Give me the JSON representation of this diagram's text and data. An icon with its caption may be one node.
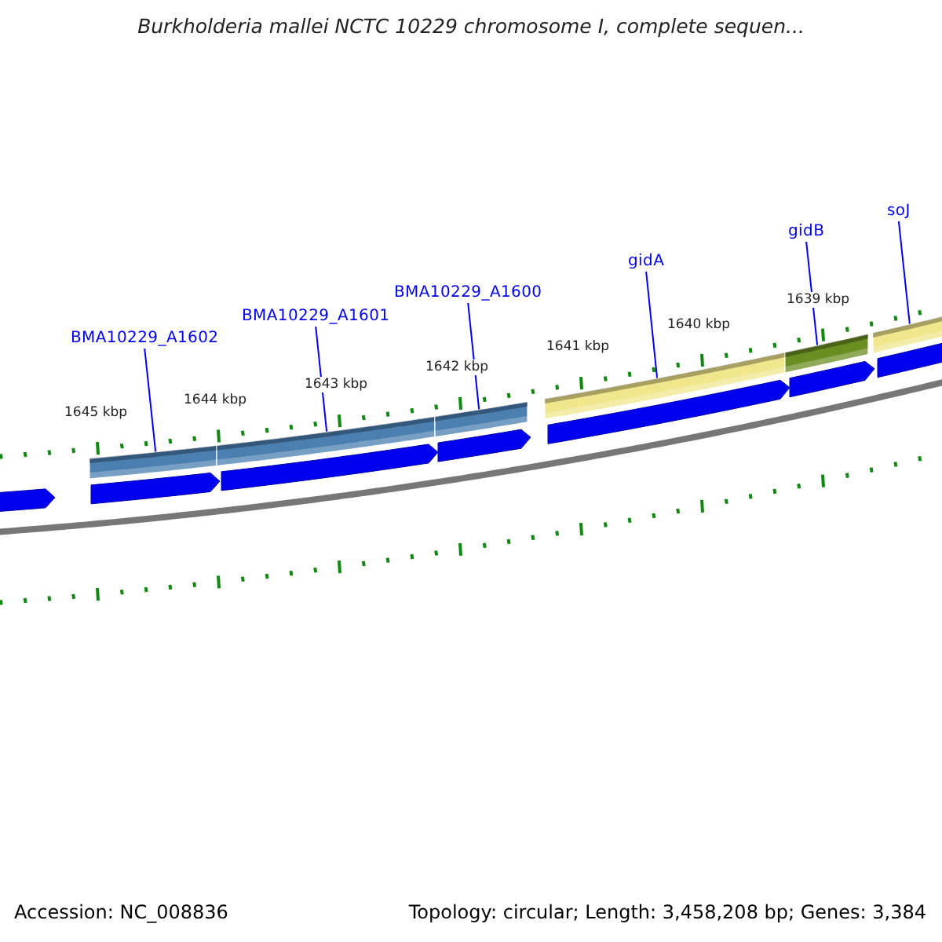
{
  "diagram": {
    "title": "Burkholderia mallei NCTC 10229 chromosome I, complete sequen...",
    "nodes": [
      {
        "text": [
          "BMA10229_A1602"
        ]
      },
      {
        "text": [
          "BMA10229_A1601"
        ]
      },
      {
        "text": [
          "BMA10229_A1600"
        ]
      },
      {
        "text": [
          "gidA"
        ]
      },
      {
        "text": [
          "gidB"
        ]
      },
      {
        "text": [
          "soJ"
        ]
      },
      {
        "text": [],
        "shape": "bar"
      },
      {
        "text": [],
        "shape": "bar"
      },
      {
        "text": [],
        "shape": "bar"
      },
      {
        "text": [],
        "shape": "bar"
      },
      {
        "text": [],
        "shape": "bar"
      },
      {
        "text": [],
        "shape": "bar"
      },
      {
        "text": [],
        "shape": "arrow"
      },
      {
        "text": [],
        "shape": "arrow"
      },
      {
        "text": [],
        "shape": "arrow"
      },
      {
        "text": [],
        "shape": "arrow"
      },
      {
        "text": [],
        "shape": "arrow"
      },
      {
        "text": [],
        "shape": "arrow"
      },
      {
        "text": [],
        "shape": "arrow"
      }
    ],
    "edges": [
      {
        "from": 0,
        "to": 6,
        "arrow": "none"
      },
      {
        "from": 1,
        "to": 7,
        "arrow": "none"
      },
      {
        "from": 2,
        "to": 8,
        "arrow": "none"
      },
      {
        "from": 3,
        "to": 9,
        "arrow": "none"
      },
      {
        "from": 4,
        "to": 10,
        "arrow": "none"
      },
      {
        "from": 5,
        "to": 11,
        "arrow": "none"
      }
    ],
    "labels": [
      "1645 kbp",
      "1644 kbp",
      "1643 kbp",
      "1642 kbp",
      "1641 kbp",
      "1640 kbp",
      "1639 kbp",
      "Accession: NC_008836",
      "Topology: circular; Length: 3,458,208 bp; Genes: 3,384"
    ]
  }
}
